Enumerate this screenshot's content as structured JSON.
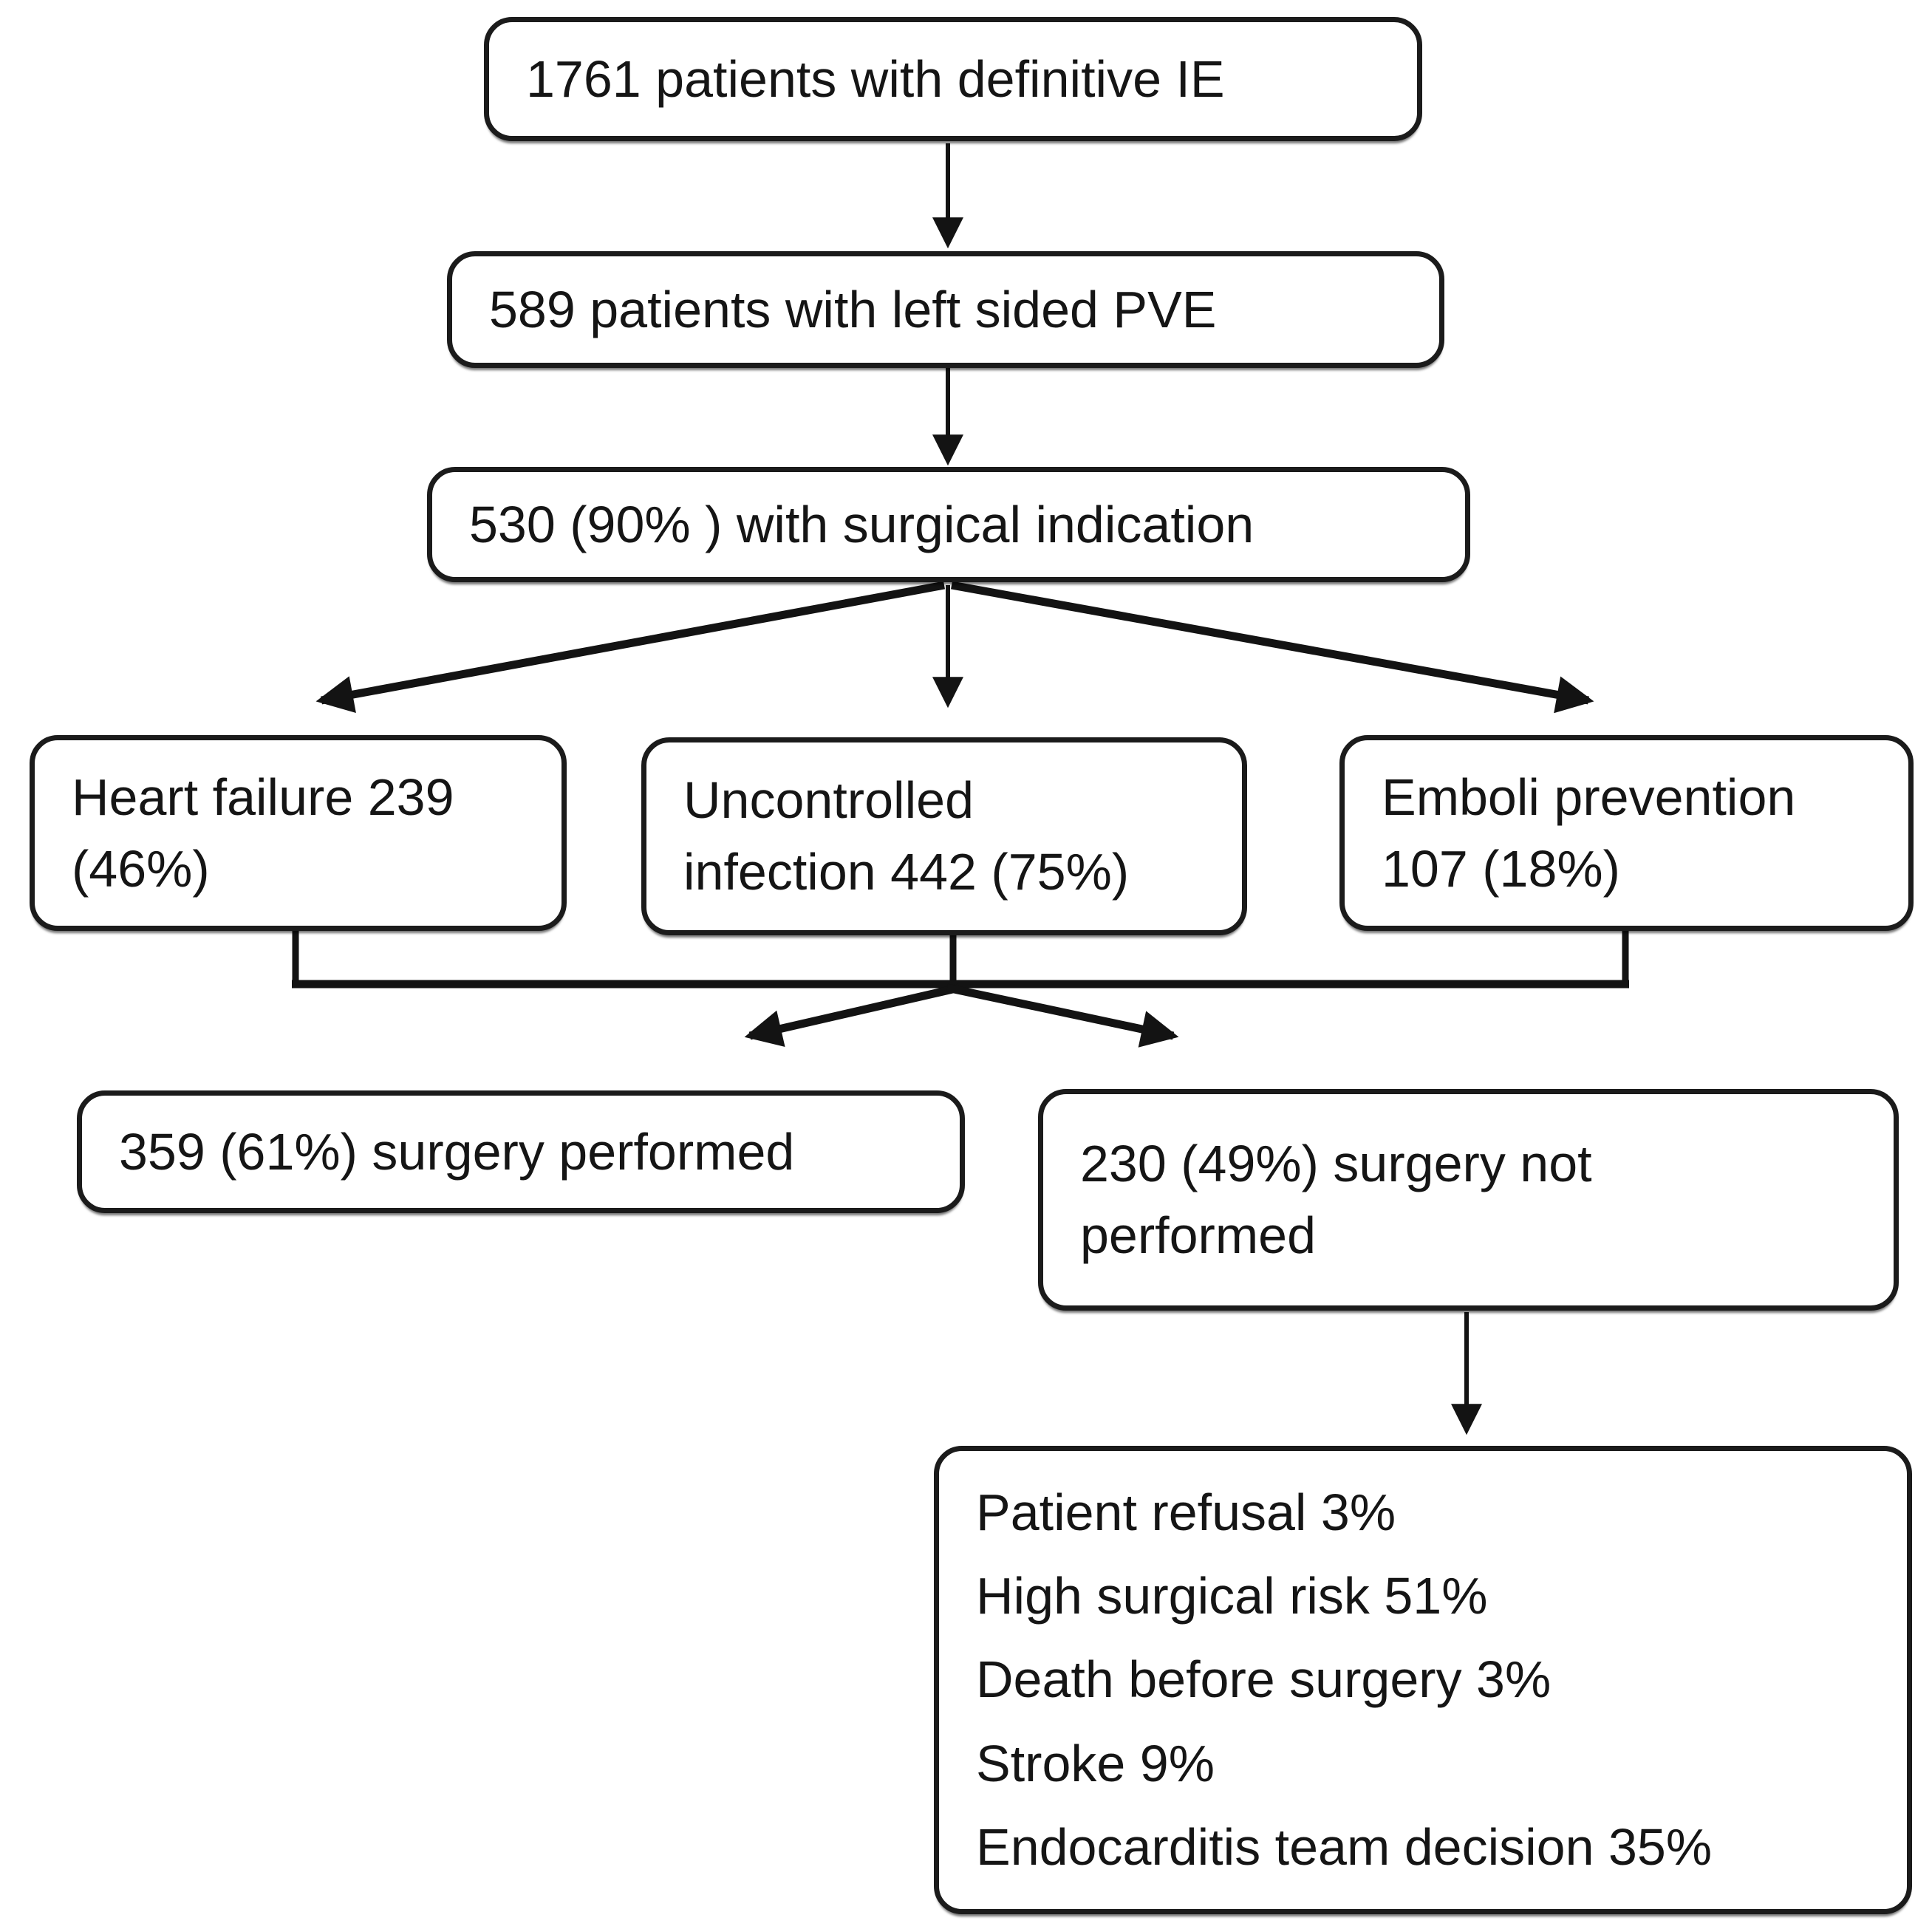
{
  "page": {
    "background": "#ffffff",
    "ink": "#151515"
  },
  "flowchart": {
    "nodes": {
      "definitive_ie": {
        "text": "1761 patients with definitive IE"
      },
      "left_sided_pve": {
        "text": "589 patients with left sided PVE"
      },
      "surgical_indication": {
        "text": "530 (90% ) with surgical indication"
      },
      "heart_failure": {
        "lines": [
          "Heart failure 239",
          "(46%)"
        ]
      },
      "uncontrolled_infection": {
        "lines": [
          "Uncontrolled",
          "infection 442 (75%)"
        ]
      },
      "emboli_prevention": {
        "lines": [
          "Emboli prevention",
          "107 (18%)"
        ]
      },
      "surgery_performed": {
        "text": "359 (61%) surgery performed"
      },
      "surgery_not_performed": {
        "lines": [
          "230 (49%) surgery not",
          "performed"
        ]
      },
      "surgery_not_performed_reasons": {
        "lines": [
          "Patient refusal 3%",
          "High surgical risk 51%",
          "Death before surgery 3%",
          "Stroke 9%",
          "Endocarditis team decision 35%"
        ]
      }
    }
  }
}
